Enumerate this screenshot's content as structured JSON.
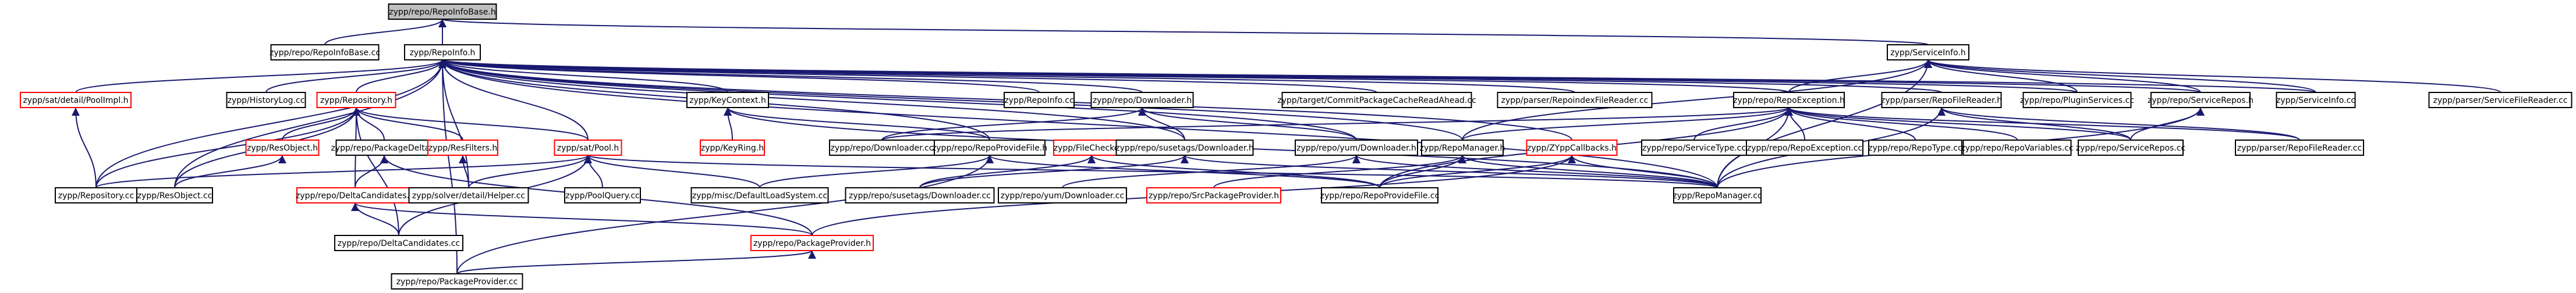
{
  "nodes": [
    {
      "id": "root",
      "label": "zypp/repo/RepoInfoBase.h",
      "root": true
    },
    {
      "id": "repoinfobase_cc",
      "label": "zypp/repo/RepoInfoBase.cc"
    },
    {
      "id": "repoinfo_h",
      "label": "zypp/RepoInfo.h"
    },
    {
      "id": "serviceinfo_h",
      "label": "zypp/ServiceInfo.h"
    },
    {
      "id": "poolimpl_h",
      "label": "zypp/sat/detail/PoolImpl.h",
      "red": true
    },
    {
      "id": "historylog_cc",
      "label": "zypp/HistoryLog.cc"
    },
    {
      "id": "repository_h",
      "label": "zypp/Repository.h",
      "red": true
    },
    {
      "id": "keycontext_h",
      "label": "zypp/KeyContext.h"
    },
    {
      "id": "repoinfo_cc",
      "label": "zypp/RepoInfo.cc"
    },
    {
      "id": "downloader_h",
      "label": "zypp/repo/Downloader.h"
    },
    {
      "id": "commitpkg_cc",
      "label": "zypp/target/CommitPackageCacheReadAhead.cc"
    },
    {
      "id": "repoindexfilereader_cc",
      "label": "zypp/parser/RepoindexFileReader.cc"
    },
    {
      "id": "repoexception_h",
      "label": "zypp/repo/RepoException.h"
    },
    {
      "id": "repofilereader_h",
      "label": "zypp/parser/RepoFileReader.h"
    },
    {
      "id": "pluginservices_cc",
      "label": "zypp/repo/PluginServices.cc"
    },
    {
      "id": "servicerepos_h",
      "label": "zypp/repo/ServiceRepos.h"
    },
    {
      "id": "serviceinfo_cc",
      "label": "zypp/ServiceInfo.cc"
    },
    {
      "id": "servicefilereader_cc",
      "label": "zypp/parser/ServiceFileReader.cc"
    },
    {
      "id": "resobject_h",
      "label": "zypp/ResObject.h",
      "red": true
    },
    {
      "id": "packagedelta_h",
      "label": "zypp/repo/PackageDelta.h"
    },
    {
      "id": "resfilters_h",
      "label": "zypp/ResFilters.h",
      "red": true
    },
    {
      "id": "pool_h",
      "label": "zypp/sat/Pool.h",
      "red": true
    },
    {
      "id": "keyring_h",
      "label": "zypp/KeyRing.h",
      "red": true
    },
    {
      "id": "downloader_cc",
      "label": "zypp/repo/Downloader.cc"
    },
    {
      "id": "repoprovidefile_h",
      "label": "zypp/repo/RepoProvideFile.h"
    },
    {
      "id": "filechecker_h",
      "label": "zypp/FileChecker.h",
      "red": true
    },
    {
      "id": "susetags_downloader_h",
      "label": "zypp/repo/susetags/Downloader.h"
    },
    {
      "id": "yum_downloader_h",
      "label": "zypp/repo/yum/Downloader.h"
    },
    {
      "id": "repomanager_h",
      "label": "zypp/RepoManager.h"
    },
    {
      "id": "zyppcallbacks_h",
      "label": "zypp/ZYppCallbacks.h",
      "red": true
    },
    {
      "id": "servicetype_cc",
      "label": "zypp/repo/ServiceType.cc"
    },
    {
      "id": "repoexception_cc",
      "label": "zypp/repo/RepoException.cc"
    },
    {
      "id": "repotype_cc",
      "label": "zypp/repo/RepoType.cc"
    },
    {
      "id": "repovariables_cc",
      "label": "zypp/repo/RepoVariables.cc"
    },
    {
      "id": "servicerepos_cc",
      "label": "zypp/repo/ServiceRepos.cc"
    },
    {
      "id": "repofilereader_cc",
      "label": "zypp/parser/RepoFileReader.cc"
    },
    {
      "id": "repository_cc",
      "label": "zypp/Repository.cc"
    },
    {
      "id": "resobject_cc",
      "label": "zypp/ResObject.cc"
    },
    {
      "id": "deltacandidates_h",
      "label": "zypp/repo/DeltaCandidates.h",
      "red": true
    },
    {
      "id": "solverdetailhelper_cc",
      "label": "zypp/solver/detail/Helper.cc"
    },
    {
      "id": "poolquery_cc",
      "label": "zypp/PoolQuery.cc"
    },
    {
      "id": "defaultloadsystem_cc",
      "label": "zypp/misc/DefaultLoadSystem.cc"
    },
    {
      "id": "susetags_downloader_cc",
      "label": "zypp/repo/susetags/Downloader.cc"
    },
    {
      "id": "yum_downloader_cc",
      "label": "zypp/repo/yum/Downloader.cc"
    },
    {
      "id": "srcpackageprovider_h",
      "label": "zypp/repo/SrcPackageProvider.h",
      "red": true
    },
    {
      "id": "repoprovidefile_cc",
      "label": "zypp/repo/RepoProvideFile.cc"
    },
    {
      "id": "repomanager_cc",
      "label": "zypp/RepoManager.cc"
    },
    {
      "id": "deltacandidates_cc",
      "label": "zypp/repo/DeltaCandidates.cc"
    },
    {
      "id": "packageprovider_h",
      "label": "zypp/repo/PackageProvider.h",
      "red": true
    },
    {
      "id": "packageprovider_cc",
      "label": "zypp/repo/PackageProvider.cc"
    }
  ],
  "edges": [
    [
      "repoinfobase_cc",
      "root"
    ],
    [
      "repoinfo_h",
      "root"
    ],
    [
      "serviceinfo_h",
      "root"
    ],
    [
      "poolimpl_h",
      "repoinfo_h"
    ],
    [
      "historylog_cc",
      "repoinfo_h"
    ],
    [
      "repository_h",
      "repoinfo_h"
    ],
    [
      "keycontext_h",
      "repoinfo_h"
    ],
    [
      "repoinfo_cc",
      "repoinfo_h"
    ],
    [
      "downloader_h",
      "repoinfo_h"
    ],
    [
      "commitpkg_cc",
      "repoinfo_h"
    ],
    [
      "repoindexfilereader_cc",
      "repoinfo_h"
    ],
    [
      "repoexception_h",
      "repoinfo_h"
    ],
    [
      "repofilereader_h",
      "repoinfo_h"
    ],
    [
      "pluginservices_cc",
      "repoinfo_h"
    ],
    [
      "servicerepos_h",
      "repoinfo_h"
    ],
    [
      "serviceinfo_cc",
      "repoinfo_h"
    ],
    [
      "pool_h",
      "repoinfo_h"
    ],
    [
      "resobject_cc",
      "repoinfo_h"
    ],
    [
      "repository_cc",
      "repoinfo_h"
    ],
    [
      "packageprovider_cc",
      "repoinfo_h"
    ],
    [
      "repomanager_h",
      "repoinfo_h"
    ],
    [
      "repoprovidefile_h",
      "repoinfo_h"
    ],
    [
      "susetags_downloader_h",
      "repoinfo_h"
    ],
    [
      "yum_downloader_h",
      "repoinfo_h"
    ],
    [
      "zyppcallbacks_h",
      "repoinfo_h"
    ],
    [
      "solverdetailhelper_cc",
      "repoinfo_h"
    ],
    [
      "repomanager_cc",
      "repoinfo_h"
    ],
    [
      "servicefilereader_cc",
      "serviceinfo_h"
    ],
    [
      "serviceinfo_cc",
      "serviceinfo_h"
    ],
    [
      "servicerepos_h",
      "serviceinfo_h"
    ],
    [
      "pluginservices_cc",
      "serviceinfo_h"
    ],
    [
      "repoexception_h",
      "serviceinfo_h"
    ],
    [
      "repomanager_h",
      "serviceinfo_h"
    ],
    [
      "repomanager_cc",
      "serviceinfo_h"
    ],
    [
      "repository_cc",
      "poolimpl_h"
    ],
    [
      "resobject_h",
      "repository_h"
    ],
    [
      "packagedelta_h",
      "repository_h"
    ],
    [
      "resfilters_h",
      "repository_h"
    ],
    [
      "pool_h",
      "repository_h"
    ],
    [
      "repository_cc",
      "repository_h"
    ],
    [
      "resobject_cc",
      "repository_h"
    ],
    [
      "deltacandidates_h",
      "repository_h"
    ],
    [
      "deltacandidates_cc",
      "repository_h"
    ],
    [
      "resobject_cc",
      "resobject_h"
    ],
    [
      "deltacandidates_h",
      "packagedelta_h"
    ],
    [
      "packageprovider_h",
      "packagedelta_h"
    ],
    [
      "solverdetailhelper_cc",
      "resfilters_h"
    ],
    [
      "repository_cc",
      "pool_h"
    ],
    [
      "poolquery_cc",
      "pool_h"
    ],
    [
      "defaultloadsystem_cc",
      "pool_h"
    ],
    [
      "solverdetailhelper_cc",
      "pool_h"
    ],
    [
      "deltacandidates_cc",
      "pool_h"
    ],
    [
      "repomanager_cc",
      "pool_h"
    ],
    [
      "keyring_h",
      "keycontext_h"
    ],
    [
      "repoprovidefile_h",
      "keycontext_h"
    ],
    [
      "repomanager_cc",
      "keycontext_h"
    ],
    [
      "downloader_cc",
      "downloader_h"
    ],
    [
      "susetags_downloader_h",
      "downloader_h"
    ],
    [
      "yum_downloader_h",
      "downloader_h"
    ],
    [
      "defaultloadsystem_cc",
      "repoprovidefile_h"
    ],
    [
      "packageprovider_cc",
      "repoprovidefile_h"
    ],
    [
      "repoprovidefile_cc",
      "repoprovidefile_h"
    ],
    [
      "susetags_downloader_cc",
      "filechecker_h"
    ],
    [
      "repoprovidefile_cc",
      "filechecker_h"
    ],
    [
      "susetags_downloader_cc",
      "susetags_downloader_h"
    ],
    [
      "repomanager_cc",
      "susetags_downloader_h"
    ],
    [
      "yum_downloader_cc",
      "yum_downloader_h"
    ],
    [
      "repomanager_cc",
      "yum_downloader_h"
    ],
    [
      "repomanager_cc",
      "repomanager_h"
    ],
    [
      "repoprovidefile_cc",
      "repomanager_h"
    ],
    [
      "srcpackageprovider_h",
      "repomanager_h"
    ],
    [
      "repoprovidefile_cc",
      "zyppcallbacks_h"
    ],
    [
      "packageprovider_h",
      "zyppcallbacks_h"
    ],
    [
      "repomanager_cc",
      "zyppcallbacks_h"
    ],
    [
      "servicetype_cc",
      "repoexception_h"
    ],
    [
      "repoexception_cc",
      "repoexception_h"
    ],
    [
      "repotype_cc",
      "repoexception_h"
    ],
    [
      "repovariables_cc",
      "repoexception_h"
    ],
    [
      "servicerepos_cc",
      "repoexception_h"
    ],
    [
      "repofilereader_cc",
      "repoexception_h"
    ],
    [
      "repomanager_h",
      "repoexception_h"
    ],
    [
      "downloader_cc",
      "repoexception_h"
    ],
    [
      "repoprovidefile_cc",
      "repoexception_h"
    ],
    [
      "repomanager_cc",
      "repoexception_h"
    ],
    [
      "repofilereader_cc",
      "repofilereader_h"
    ],
    [
      "servicerepos_cc",
      "repofilereader_h"
    ],
    [
      "repomanager_cc",
      "repofilereader_h"
    ],
    [
      "servicerepos_cc",
      "servicerepos_h"
    ],
    [
      "repomanager_cc",
      "servicerepos_h"
    ],
    [
      "deltacandidates_cc",
      "deltacandidates_h"
    ],
    [
      "packageprovider_h",
      "deltacandidates_h"
    ],
    [
      "packageprovider_cc",
      "packageprovider_h"
    ]
  ]
}
